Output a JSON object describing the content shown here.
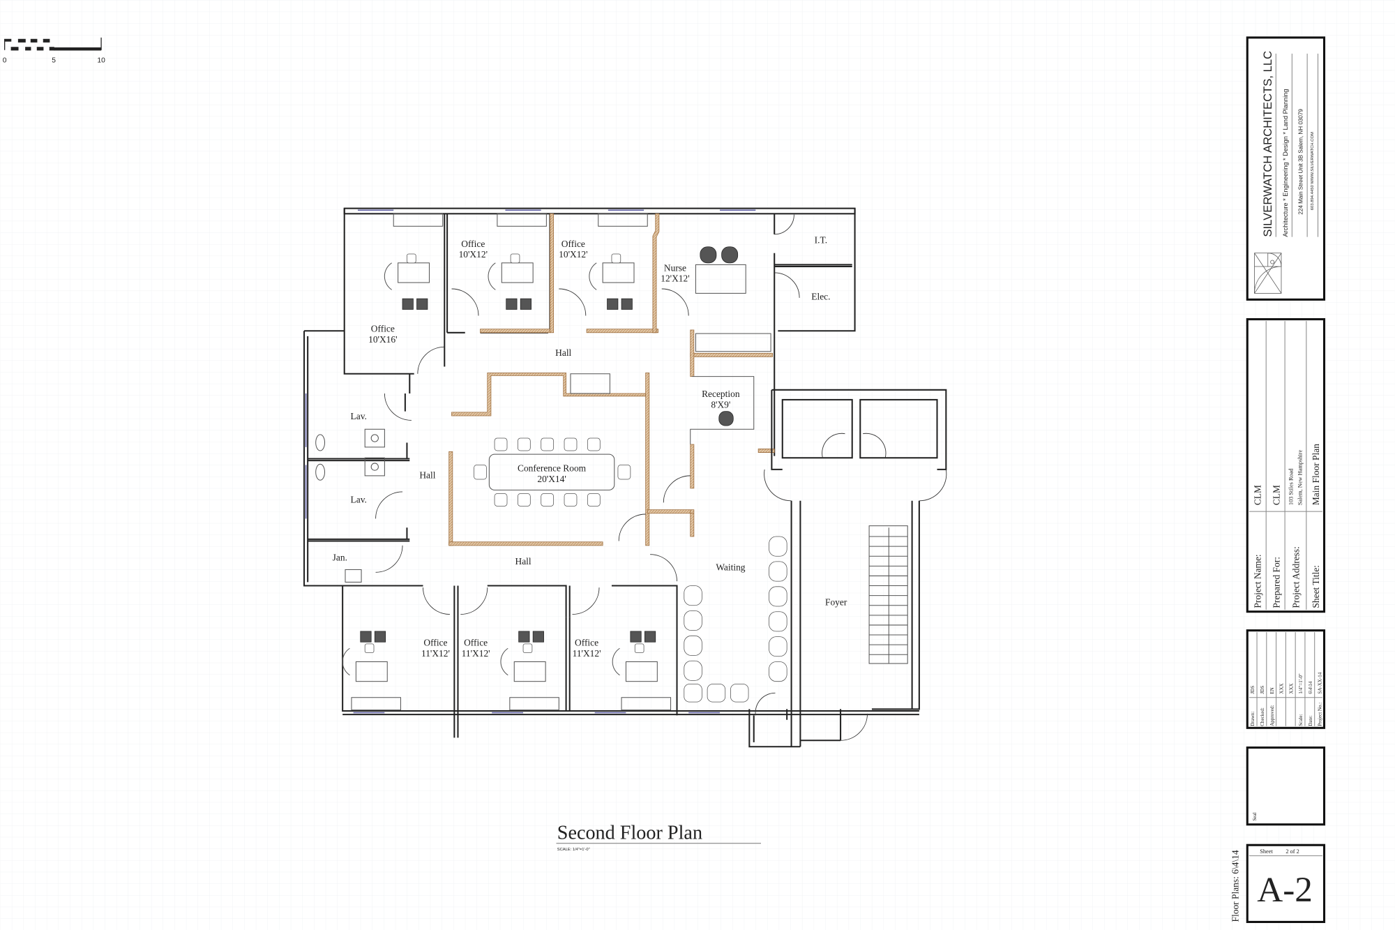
{
  "scale_bar": {
    "ticks": [
      "0",
      "5",
      "10"
    ]
  },
  "plan": {
    "title": "Second Floor Plan",
    "scale_note": "SCALE: 1/4\"=1'-0\"",
    "rooms": {
      "office_nw": {
        "name": "Office",
        "size": "10'X16'"
      },
      "office_n1": {
        "name": "Office",
        "size": "10'X12'"
      },
      "office_n2": {
        "name": "Office",
        "size": "10'X12'"
      },
      "nurse": {
        "name": "Nurse",
        "size": "12'X12'"
      },
      "it": {
        "name": "I.T."
      },
      "elec": {
        "name": "Elec."
      },
      "hall_north": {
        "name": "Hall"
      },
      "reception": {
        "name": "Reception",
        "size": "8'X9'"
      },
      "lav1": {
        "name": "Lav."
      },
      "lav2": {
        "name": "Lav."
      },
      "hall_west": {
        "name": "Hall"
      },
      "conference": {
        "name": "Conference Room",
        "size": "20'X14'"
      },
      "hall_south": {
        "name": "Hall"
      },
      "janitor": {
        "name": "Jan."
      },
      "waiting": {
        "name": "Waiting"
      },
      "foyer": {
        "name": "Foyer"
      },
      "office_s1": {
        "name": "Office",
        "size": "11'X12'"
      },
      "office_s2": {
        "name": "Office",
        "size": "11'X12'"
      },
      "office_s3": {
        "name": "Office",
        "size": "11'X12'"
      }
    }
  },
  "title_block": {
    "firm": {
      "name": "SILVERWATCH ARCHITECTS, LLC",
      "services": "Architecture * Engineering * Design * Land Planning",
      "address": "224 Main Street  Unit 3B  Salem, NH  03079",
      "contact": "603.894.4450    WWW.SILVERWATCH.COM"
    },
    "project": {
      "name_label": "Project Name:",
      "name": "CLM",
      "prepared_label": "Prepared For:",
      "prepared": "CLM",
      "address_label": "Project Address:",
      "address_line1": "103 Stiles Road",
      "address_line2": "Salem, New Hampshire",
      "sheet_title_label": "Sheet Title:",
      "sheet_title": "Main Floor Plan"
    },
    "info_rows": [
      {
        "label": "Drawn:",
        "value": "JDS"
      },
      {
        "label": "Checked:",
        "value": "JDS"
      },
      {
        "label": "Approved:",
        "value": "EN"
      },
      {
        "label": "",
        "value": "XXX"
      },
      {
        "label": "",
        "value": "XXX"
      },
      {
        "label": "Scale:",
        "value": "1/4\"=1'-0\""
      },
      {
        "label": "Date:",
        "value": "6\\4\\14"
      },
      {
        "label": "Project No.:",
        "value": "SA-XX-14"
      }
    ],
    "seal_label": "Seal",
    "sheet": {
      "label": "Sheet",
      "count": "2 of 2",
      "number": "A-2"
    },
    "side_note": "Floor Plans: 6\\4\\14"
  },
  "colors": {
    "wall": "#222222",
    "hatched_wall": "#c9a27a",
    "window": "#5a5aa0"
  }
}
